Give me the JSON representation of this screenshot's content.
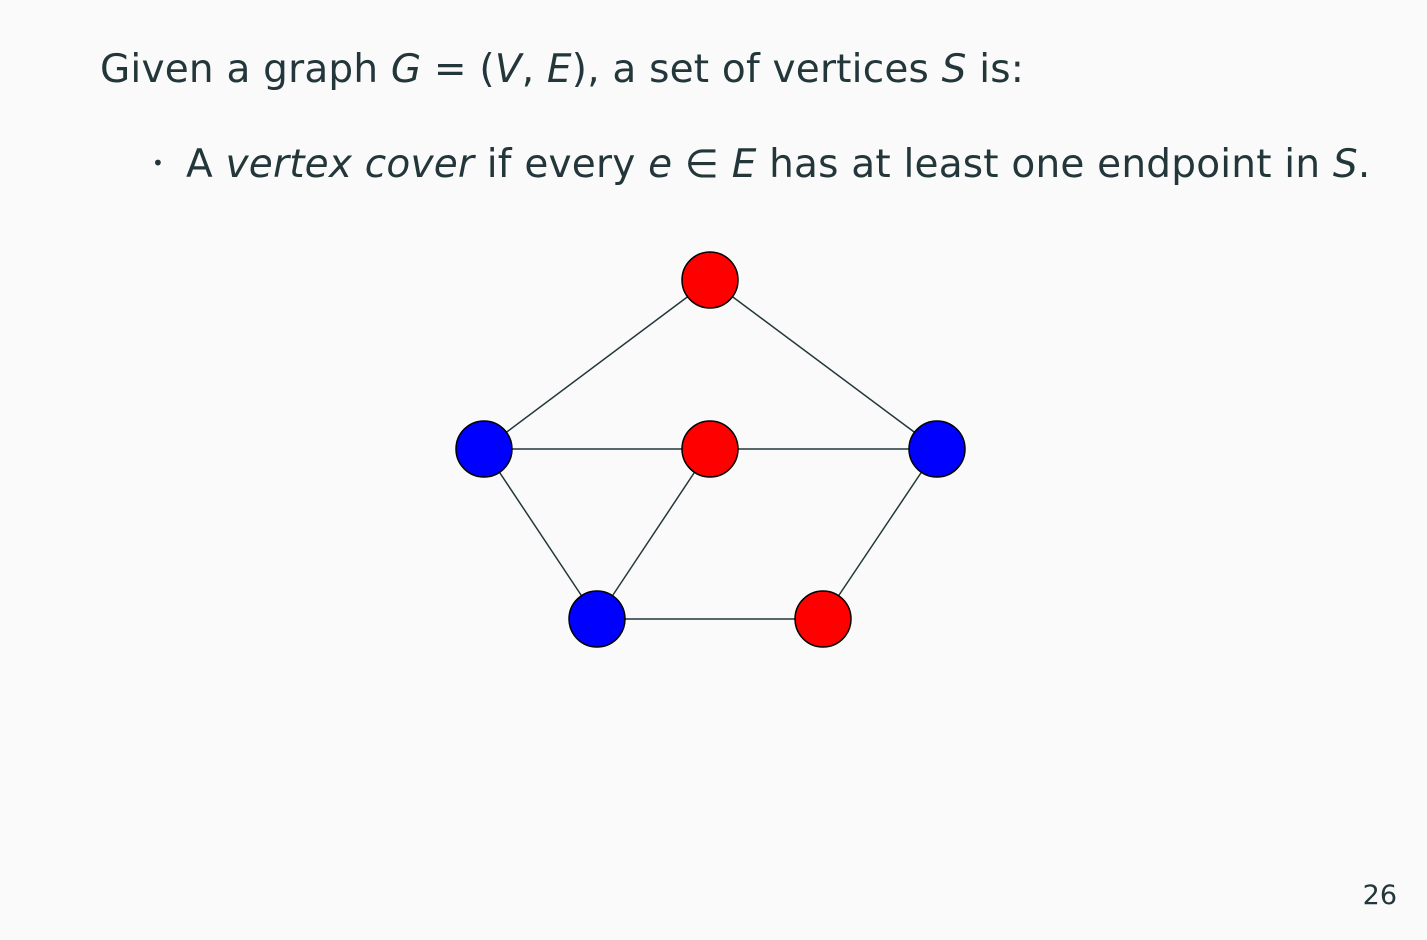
{
  "intro": {
    "prefix": "Given a graph ",
    "graph_symbol": "G",
    "equals": " = ",
    "open_paren": "(",
    "vertex_symbol": "V",
    "comma": ", ",
    "edge_symbol": "E",
    "close_paren": ")",
    "middle": ", a set of vertices ",
    "set_symbol": "S",
    "suffix": " is:"
  },
  "bullet": {
    "marker": "•",
    "article": "A ",
    "term": "vertex cover",
    "text1": " if every ",
    "edge_element": "e",
    "in_symbol": " ∈ ",
    "edge_set": "E",
    "text2": " has at least one endpoint in ",
    "set_symbol": "S",
    "period": "."
  },
  "diagram": {
    "colors": {
      "in_cover": "#ff0000",
      "not_in_cover": "#0000ff",
      "edge": "#23373b",
      "node_stroke": "#000000"
    },
    "vertices": [
      {
        "id": "top",
        "cover": true
      },
      {
        "id": "left",
        "cover": false
      },
      {
        "id": "center",
        "cover": true
      },
      {
        "id": "right",
        "cover": false
      },
      {
        "id": "bottom-left",
        "cover": false
      },
      {
        "id": "bottom-right",
        "cover": true
      }
    ],
    "edges": [
      [
        "top",
        "left"
      ],
      [
        "top",
        "right"
      ],
      [
        "left",
        "center"
      ],
      [
        "center",
        "right"
      ],
      [
        "left",
        "bottom-left"
      ],
      [
        "center",
        "bottom-left"
      ],
      [
        "right",
        "bottom-right"
      ],
      [
        "bottom-left",
        "bottom-right"
      ]
    ]
  },
  "footer": {
    "page_number": "26"
  }
}
